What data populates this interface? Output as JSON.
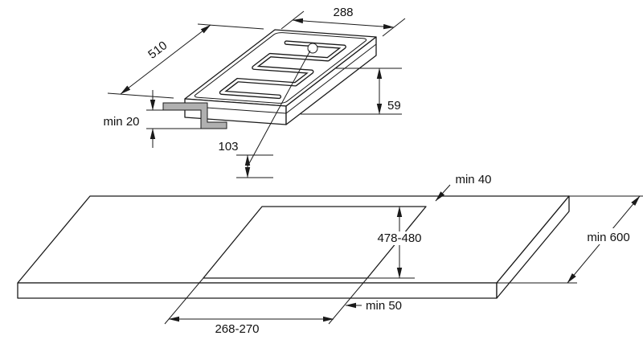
{
  "diagram": {
    "type": "installation-dimension-drawing",
    "subject": "domino gas hob with worktop cutout",
    "colors": {
      "line": "#1a1a1a",
      "section_fill": "#b0b0b0",
      "background": "#ffffff"
    },
    "hob_view": {
      "width": "288",
      "depth": "510",
      "height": "59",
      "burner_center_offset": "103",
      "rear_clearance": "min 20"
    },
    "worktop_view": {
      "rear_edge_clearance": "min 40",
      "cutout_depth": "478-480",
      "worktop_depth": "min 600",
      "front_edge_clearance": "min 50",
      "cutout_width": "268-270"
    }
  }
}
